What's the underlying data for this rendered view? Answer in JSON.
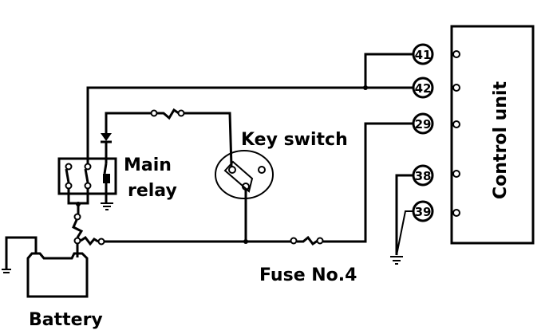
{
  "labels": {
    "main_relay_line1": "Main",
    "main_relay_line2": "relay",
    "key_switch": "Key switch",
    "fuse": "Fuse No.4",
    "battery": "Battery",
    "control_unit": "Control unit"
  },
  "pins": [
    "41",
    "42",
    "29",
    "38",
    "39"
  ]
}
